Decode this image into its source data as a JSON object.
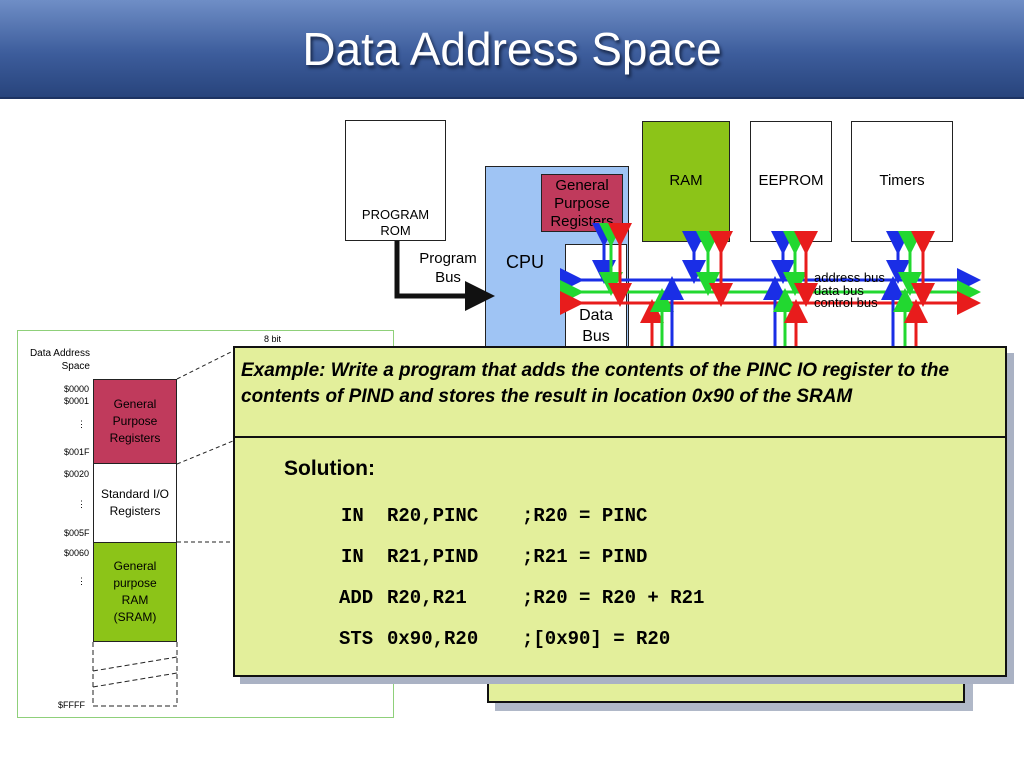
{
  "title": "Data Address Space",
  "diagram": {
    "program_rom": "PROGRAM\nROM",
    "program_bus": "Program\nBus",
    "cpu": "CPU",
    "gpr": "General\nPurpose\nRegisters",
    "data_bus_label": "Data\nBus",
    "ram": "RAM",
    "eeprom": "EEPROM",
    "timers": "Timers",
    "address_bus": "address bus",
    "data_bus": "data bus",
    "control_bus": "control bus",
    "colors": {
      "ram": "#8cc418",
      "cpu": "#9fc4f4",
      "gpr": "#c03a5c",
      "address": "#1a2ee6",
      "data": "#22d830",
      "control": "#e81c1c"
    }
  },
  "memory_map": {
    "heading": "Data Address\nSpace",
    "width_label": "8 bit",
    "addresses": {
      "a0000": "$0000",
      "a0001": "$0001",
      "a001f": "$001F",
      "a0020": "$0020",
      "a005f": "$005F",
      "a0060": "$0060",
      "affff": "$FFFF"
    },
    "ellipsis": "⋮",
    "regions": {
      "gpr": "General\nPurpose\nRegisters",
      "io": "Standard I/O\nRegisters",
      "sram": "General\npurpose\nRAM\n(SRAM)"
    }
  },
  "example": {
    "question": "Example: Write a program that adds the contents of the PINC IO register to the contents of PIND and stores the result in location 0x90 of the SRAM",
    "solution_heading": "Solution:",
    "code": [
      {
        "op": "IN",
        "args": "R20,PINC",
        "comment": ";R20 = PINC"
      },
      {
        "op": "IN",
        "args": "R21,PIND",
        "comment": ";R21 = PIND"
      },
      {
        "op": "ADD",
        "args": "R20,R21",
        "comment": ";R20 = R20 + R21"
      },
      {
        "op": "STS",
        "args": "0x90,R20",
        "comment": ";[0x90] = R20"
      }
    ]
  }
}
